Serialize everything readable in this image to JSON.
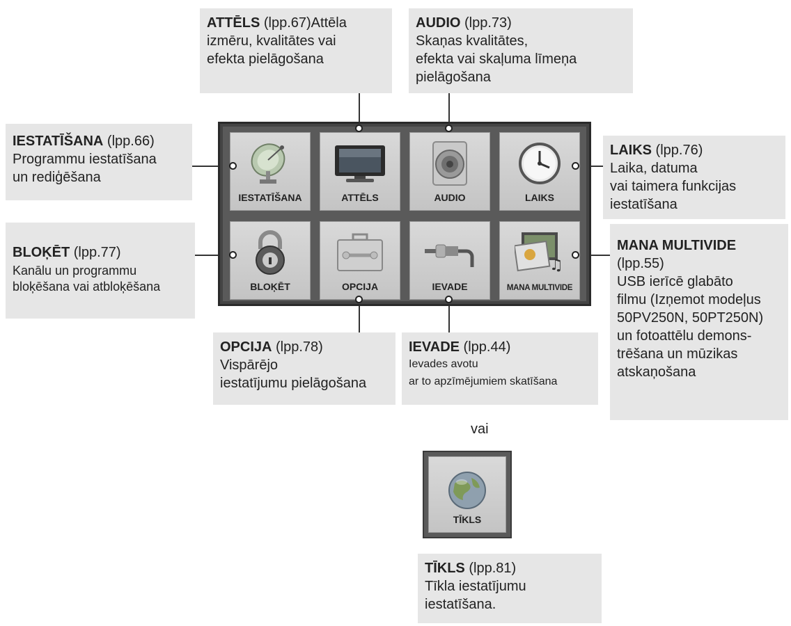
{
  "callouts": {
    "attels": {
      "title": "ATTĒLS",
      "ref": " (lpp.67)",
      "line1": "Attēla",
      "line2": "izmēru, kvalitātes vai",
      "line3": "efekta pielāgošana"
    },
    "audio": {
      "title": "AUDIO",
      "ref": " (lpp.73)",
      "line1": "Skaņas kvalitātes,",
      "line2": "efekta vai skaļuma līmeņa",
      "line3": "pielāgošana"
    },
    "iestatisana": {
      "title": "IESTATĪŠANA",
      "ref": " (lpp.66)",
      "line1": "Programmu iestatīšana",
      "line2": "un rediģēšana"
    },
    "laiks": {
      "title": "LAIKS",
      "ref": " (lpp.76)",
      "line1": "Laika, datuma",
      "line2": "vai taimera funkcijas",
      "line3": "iestatīšana"
    },
    "bloket": {
      "title": "BLOĶĒT",
      "ref": " (lpp.77)",
      "line1": "Kanālu un programmu",
      "line2": "bloķēšana vai atbloķēšana"
    },
    "mana": {
      "title": "MANA MULTIVIDE",
      "ref": "(lpp.55)",
      "line1": "USB ierīcē glabāto",
      "line2": "filmu (Izņemot modeļus",
      "line3": "50PV250N, 50PT250N)",
      "line4": "un fotoattēlu demons-",
      "line5": "trēšana un mūzikas",
      "line6": "atskaņošana"
    },
    "opcija": {
      "title": "OPCIJA",
      "ref": " (lpp.78)",
      "line1": "Vispārējo",
      "line2": "iestatījumu pielāgošana"
    },
    "ievade": {
      "title": "IEVADE",
      "ref": " (lpp.44)",
      "line1": "Ievades avotu",
      "line2": "ar to apzīmējumiem skatīšana"
    },
    "tikls": {
      "title": "TĪKLS",
      "ref": " (lpp.81)",
      "line1": "Tīkla iestatījumu",
      "line2": "iestatīšana."
    }
  },
  "tiles": {
    "iestatisana": "IESTATĪŠANA",
    "attels": "ATTĒLS",
    "audio": "AUDIO",
    "laiks": "LAIKS",
    "bloket": "BLOĶĒT",
    "opcija": "OPCIJA",
    "ievade": "IEVADE",
    "mana": "MANA MULTIVIDE",
    "tikls": "TĪKLS"
  },
  "or_text": "vai",
  "icons": {
    "iestatisana": "satellite-dish-icon",
    "attels": "tv-screen-icon",
    "audio": "speaker-icon",
    "laiks": "clock-icon",
    "bloket": "padlock-icon",
    "opcija": "toolbox-icon",
    "ievade": "cable-plug-icon",
    "mana": "media-film-icon",
    "tikls": "globe-icon"
  }
}
